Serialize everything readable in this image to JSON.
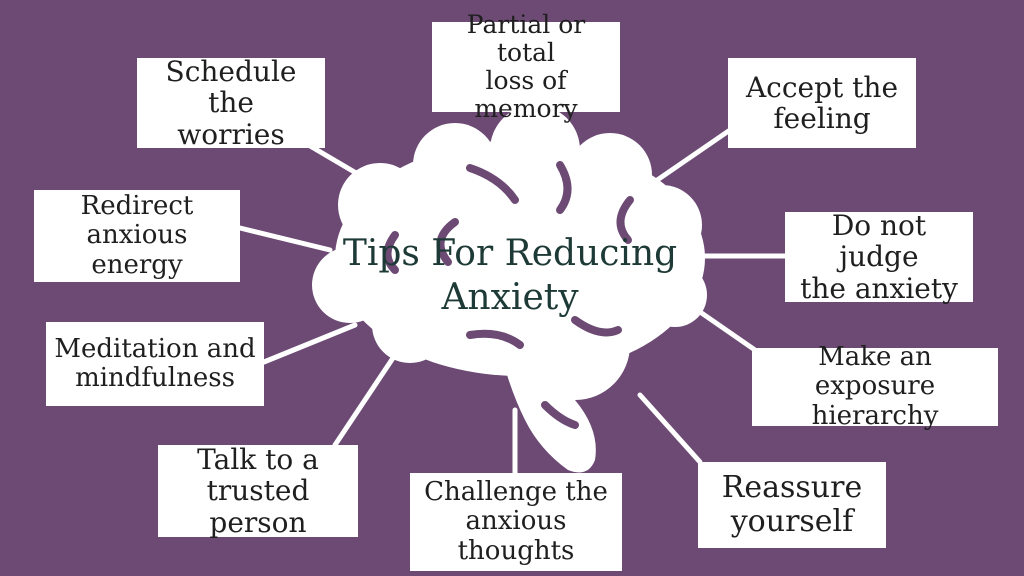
{
  "title": "Tips For Reducing\nAnxiety",
  "colors": {
    "background": "#6c4a74",
    "brain": "#ffffff",
    "box": "#ffffff",
    "text": "#1f1f1f",
    "title": "#1d3a36"
  },
  "tips": {
    "memory": "Partial or total\nloss of memory",
    "schedule": "Schedule the\nworries",
    "accept": "Accept the\nfeeling",
    "redirect": "Redirect\nanxious energy",
    "judge": "Do not judge\nthe anxiety",
    "meditation": "Meditation and\nmindfulness",
    "exposure": "Make an exposure\nhierarchy",
    "talk": "Talk to a\ntrusted person",
    "challenge": "Challenge the\nanxious\nthoughts",
    "reassure": "Reassure\nyourself"
  }
}
